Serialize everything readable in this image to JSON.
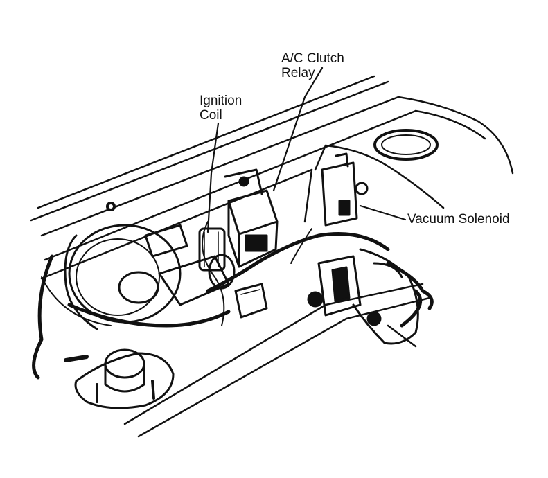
{
  "labels": {
    "relay_line1": "A/C Clutch",
    "relay_line2": "Relay",
    "coil_line1": "Ignition",
    "coil_line2": "Coil",
    "solenoid": "Vacuum Solenoid"
  },
  "colors": {
    "ink": "#111111",
    "background": "#ffffff"
  }
}
